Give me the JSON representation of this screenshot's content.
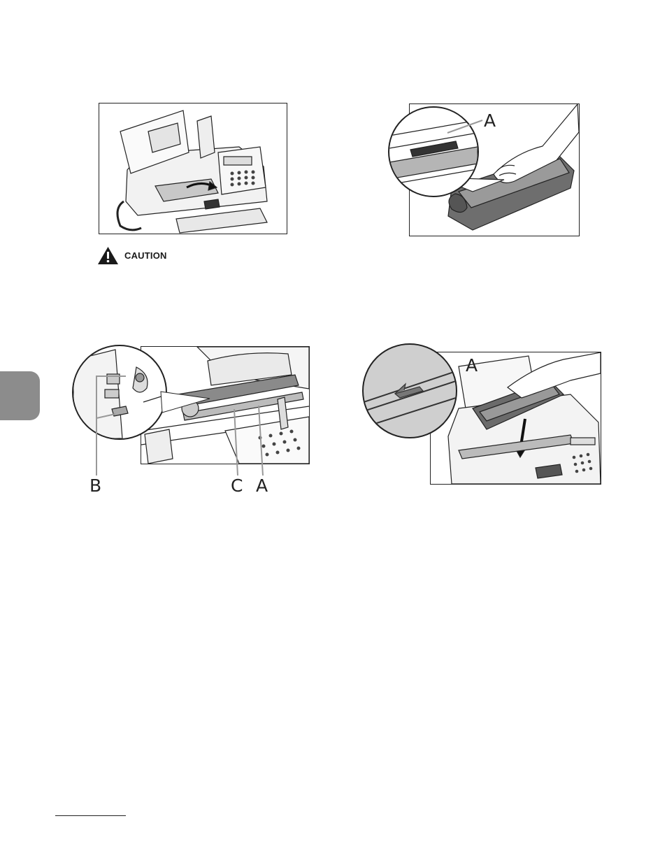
{
  "caution": {
    "label": "CAUTION",
    "icon": "warning-triangle-icon"
  },
  "figures": {
    "fig2": {
      "callouts": [
        "A"
      ]
    },
    "fig3": {
      "callouts": [
        "B",
        "C",
        "A"
      ]
    },
    "fig4": {
      "callouts": [
        "A"
      ]
    }
  },
  "side_tab": {
    "color": "#8c8c8c"
  }
}
